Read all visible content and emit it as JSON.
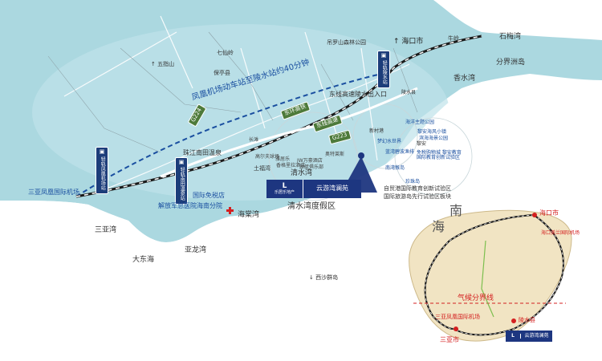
{
  "map": {
    "route_label": "凤凰机场动车站至陵水站约40分钟",
    "region_title": "清水湾度假区",
    "climate_line": "气候分界线"
  },
  "roads": {
    "g224": "G224",
    "g223": "G223",
    "east_ring": "东环高铁",
    "east_line_hwy": "东线高速",
    "exit": "东线高速陵水出入口"
  },
  "rail_signs": {
    "lingshui": "轻轨陵水站",
    "fenghuang": "轻轨凤凰机场站",
    "nantian": "轻轨南田温泉站"
  },
  "places": {
    "diaoluo": "吊罗山森林公园",
    "haikou_arrow": "海口市",
    "niuling": "牛岭",
    "shimei": "石梅湾",
    "fenjie": "分界洲岛",
    "xiangshui": "香水湾",
    "qixianling": "七仙岭",
    "wuzhishan": "五指山",
    "baoting": "保亭县",
    "lingshui_county": "陵水县",
    "sanya_airport": "三亚凤凰国际机场",
    "nantian": "珠江南田温泉",
    "dutyfree": "国际免税店",
    "hospital": "解放军总医院海南分院",
    "haitang": "海棠湾",
    "sanya_bay": "三亚湾",
    "dadonghai": "大东海",
    "yalong": "亚龙湾",
    "xisha": "西沙群岛",
    "tufu": "土福湾",
    "qingshui": "清水湾",
    "ocean_park": "海洋主题公园",
    "lian_town": "黎安海风小镇",
    "binhai_park": "滨海海景公园",
    "mengshui": "梦幻水世界",
    "lanwan": "蓝湾碧波渔排",
    "nanwan": "南湾猴岛",
    "xinchun": "新村港",
    "lian": "黎安",
    "education": "免税购物城 黎安教育国际教育创新试验区",
    "zhenzhu": "珍珠岛",
    "free_trade_1": "自贸港国际教育创新试验区",
    "free_trade_2": "国际旅游岛先行试验区板块",
    "caiwan": "长滩",
    "zh_golf": "高尔夫球场",
    "hotel1": "雅居乐",
    "hotel2": "JW万豪酒店",
    "club": "游艇俱乐部",
    "bay_tag": "清水湾",
    "resort1": "香格里拉酒店",
    "mall": "奥特莱斯",
    "sea_big": "南",
    "sea_big2": "海"
  },
  "brand": {
    "logo_letter": "L",
    "company": "乐居乐地产",
    "project": "云游湾澜苑"
  },
  "inset": {
    "haikou": "海口市",
    "meilan": "海口美兰国际机场",
    "sanya": "三亚市",
    "fenghuang": "三亚凤凰国际机场",
    "lingshui": "陵水县",
    "climate": "气候分界线"
  },
  "colors": {
    "sea": "#7ec8d6",
    "land": "#ffffff",
    "route": "#1a4fa0",
    "rail": "#1a1a1a",
    "red": "#d42020",
    "brand": "#1d3680"
  }
}
